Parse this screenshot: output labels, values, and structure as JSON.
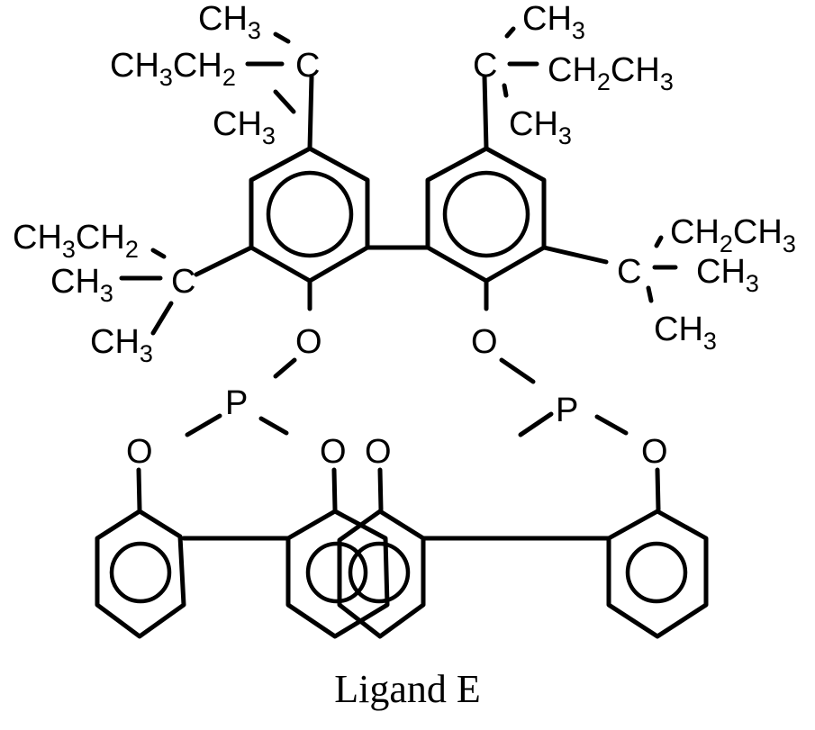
{
  "caption": "Ligand E",
  "labels": {
    "tl_ch3_top": "CH",
    "tl_ch3_top_sub": "3",
    "tl_ethyl_a": "CH",
    "tl_ethyl_a_sub": "3",
    "tl_ethyl_b": "CH",
    "tl_ethyl_b_sub": "2",
    "tl_c": "C",
    "tl_ch3_bot": "CH",
    "tl_ch3_bot_sub": "3",
    "tr_ch3_top": "CH",
    "tr_ch3_top_sub": "3",
    "tr_c": "C",
    "tr_ethyl_a": "CH",
    "tr_ethyl_a_sub": "2",
    "tr_ethyl_b": "CH",
    "tr_ethyl_b_sub": "3",
    "tr_ch3_bot": "CH",
    "tr_ch3_bot_sub": "3",
    "ml_ethyl_a": "CH",
    "ml_ethyl_a_sub": "3",
    "ml_ethyl_b": "CH",
    "ml_ethyl_b_sub": "2",
    "ml_ch3_mid": "CH",
    "ml_ch3_mid_sub": "3",
    "ml_c": "C",
    "ml_ch3_bot": "CH",
    "ml_ch3_bot_sub": "3",
    "mr_ethyl_a": "CH",
    "mr_ethyl_a_sub": "2",
    "mr_ethyl_b": "CH",
    "mr_ethyl_b_sub": "3",
    "mr_c": "C",
    "mr_ch3_mid": "CH",
    "mr_ch3_mid_sub": "3",
    "mr_ch3_bot": "CH",
    "mr_ch3_bot_sub": "3",
    "o_left": "O",
    "o_right": "O",
    "p_left": "P",
    "p_right": "P",
    "o_ll": "O",
    "o_lr": "O",
    "o_rl": "O",
    "o_rr": "O"
  }
}
